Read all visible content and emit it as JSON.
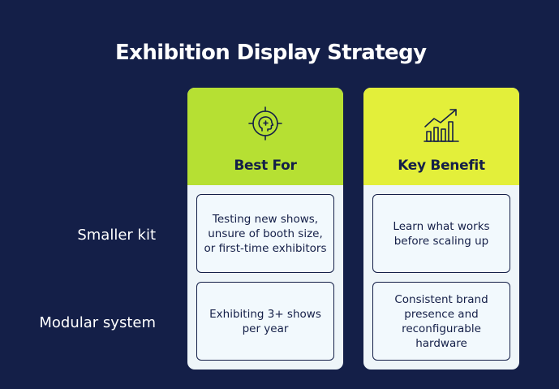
{
  "title": "Exhibition Display Strategy",
  "rows": [
    {
      "label": "Smaller kit"
    },
    {
      "label": "Modular system"
    }
  ],
  "columns": [
    {
      "header": "Best For",
      "icon": "target-head-icon",
      "color": "#b6e033",
      "cells": [
        "Testing new shows, unsure of booth size, or first-time exhibitors",
        "Exhibiting 3+ shows per year"
      ]
    },
    {
      "header": "Key Benefit",
      "icon": "growth-chart-icon",
      "color": "#e3ef3a",
      "cells": [
        "Learn what works before scaling up",
        "Consistent brand presence and reconfigurable hardware"
      ]
    }
  ],
  "colors": {
    "background": "#141f48",
    "cell_background": "#eef5f9",
    "text_dark": "#141f48"
  }
}
